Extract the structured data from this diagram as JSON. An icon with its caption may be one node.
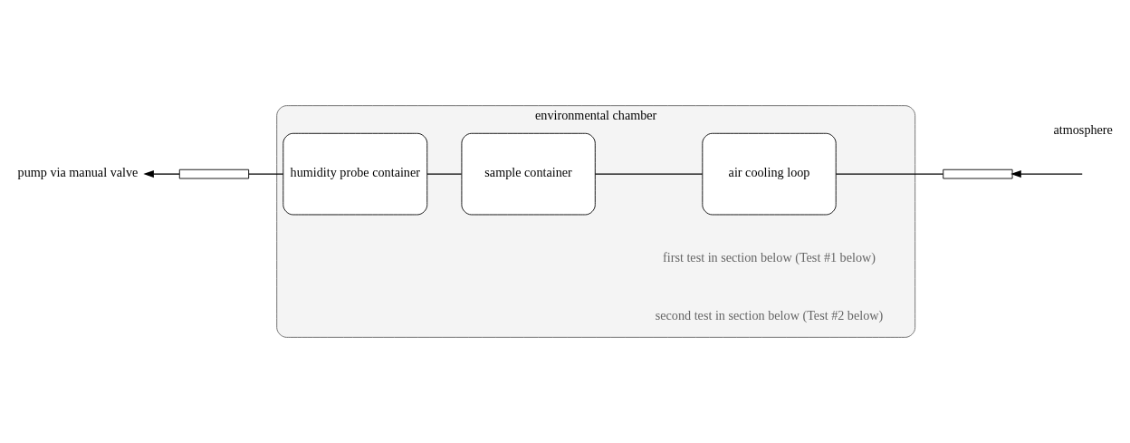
{
  "diagram": {
    "nodes": [
      {
        "text": [
          "environmental chamber"
        ]
      },
      {
        "text": [
          "humidity probe container"
        ],
        "in": 0
      },
      {
        "text": [
          "sample container"
        ],
        "in": 0
      },
      {
        "text": [
          "air cooling loop"
        ],
        "in": 0
      },
      {
        "text": [
          "pump via manual valve"
        ]
      },
      {
        "text": [],
        "shape": "bar"
      },
      {
        "text": [],
        "shape": "bar"
      }
    ],
    "edges": [
      {
        "from": null,
        "to": 6,
        "arrow": "to"
      },
      {
        "from": 6,
        "to": 3,
        "arrow": "none"
      },
      {
        "from": 3,
        "to": 2,
        "arrow": "none"
      },
      {
        "from": 2,
        "to": 1,
        "arrow": "none"
      },
      {
        "from": 1,
        "to": 5,
        "arrow": "none"
      },
      {
        "from": 5,
        "to": 4,
        "arrow": "to"
      }
    ],
    "labels": [
      "atmosphere",
      "first test in section below (Test #1 below)",
      "second test in section below (Test #2 below)"
    ]
  }
}
